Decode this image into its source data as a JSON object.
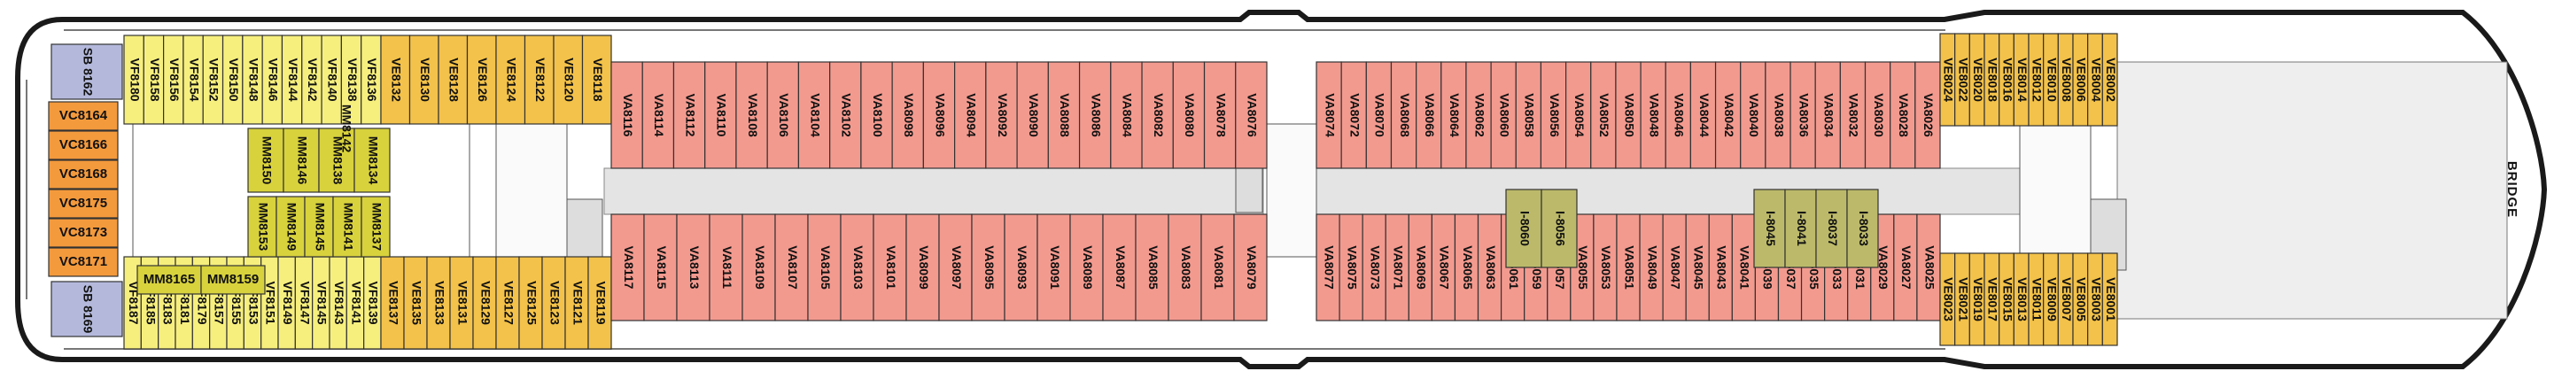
{
  "colors": {
    "VA": "#f39a8f",
    "VE": "#f3c24a",
    "VF": "#f6ef7e",
    "VC": "#f39a3d",
    "MM": "#d8d23d",
    "IS": "#bcba6a",
    "SB": "#b4b9dc"
  },
  "cabins": {
    "vf_top": [
      "VF8180",
      "VF8158",
      "VF8156",
      "VF8154",
      "VF8152",
      "VF8150",
      "VF8148",
      "VF8146",
      "VF8144",
      "VF8142",
      "VF8140",
      "VF8138",
      "VF8136"
    ],
    "ve_top_left": [
      "VE8132",
      "VE8130",
      "VE8128",
      "VE8126",
      "VE8124",
      "VE8122",
      "VE8120",
      "VE8118"
    ],
    "va_top_aft": [
      "VA8116",
      "VA8114",
      "VA8112",
      "VA8110",
      "VA8108",
      "VA8106",
      "VA8104",
      "VA8102",
      "VA8100",
      "VA8098",
      "VA8096",
      "VA8094",
      "VA8092",
      "VA8090",
      "VA8088",
      "VA8086",
      "VA8084",
      "VA8082",
      "VA8080",
      "VA8078",
      "VA8076"
    ],
    "va_top_fwd": [
      "VA8074",
      "VA8072",
      "VA8070",
      "VA8068",
      "VA8066",
      "VA8064",
      "VA8062",
      "VA8060",
      "VA8058",
      "VA8056",
      "VA8054",
      "VA8052",
      "VA8050",
      "VA8048",
      "VA8046",
      "VA8044",
      "VA8042",
      "VA8040",
      "VA8038",
      "VA8036",
      "VA8034",
      "VA8032",
      "VA8030",
      "VA8028",
      "VA8026"
    ],
    "ve_top_right": [
      "VE8024",
      "VE8022",
      "VE8020",
      "VE8018",
      "VE8016",
      "VE8014",
      "VE8012",
      "VE8010",
      "VE8008",
      "VE8006",
      "VE8004",
      "VE8002"
    ],
    "vf_bottom": [
      "VF8187",
      "VF8185",
      "VF8183",
      "VF8181",
      "VF8179",
      "VF8157",
      "VF8155",
      "VF8153",
      "VF8151",
      "VF8149",
      "VF8147",
      "VF8145",
      "VF8143",
      "VF8141",
      "VF8139"
    ],
    "ve_bottom_left": [
      "VE8137",
      "VE8135",
      "VE8133",
      "VE8131",
      "VE8129",
      "VE8127",
      "VE8125",
      "VE8123",
      "VE8121",
      "VE8119"
    ],
    "va_bottom_aft": [
      "VA8117",
      "VA8115",
      "VA8113",
      "VA8111",
      "VA8109",
      "VA8107",
      "VA8105",
      "VA8103",
      "VA8101",
      "VA8099",
      "VA8097",
      "VA8095",
      "VA8093",
      "VA8091",
      "VA8089",
      "VA8087",
      "VA8085",
      "VA8083",
      "VA8081",
      "VA8079"
    ],
    "va_bottom_fwd": [
      "VA8077",
      "VA8075",
      "VA8073",
      "VA8071",
      "VA8069",
      "VA8067",
      "VA8065",
      "VA8063",
      "VA8061",
      "VA8059",
      "VA8057",
      "VA8055",
      "VA8053",
      "VA8051",
      "VA8049",
      "VA8047",
      "VA8045",
      "VA8043",
      "VA8041",
      "VA8039",
      "VA8037",
      "VA8035",
      "VA8033",
      "VA8031",
      "VA8029",
      "VA8027",
      "VA8025"
    ],
    "ve_bottom_right": [
      "VE8023",
      "VE8021",
      "VE8019",
      "VE8017",
      "VE8015",
      "VE8013",
      "VE8011",
      "VE8009",
      "VE8007",
      "VE8005",
      "VE8003",
      "VE8001"
    ],
    "vc": [
      "VC8164",
      "VC8166",
      "VC8168",
      "VC8175",
      "VC8173",
      "VC8171"
    ],
    "mm_row1": [
      "MM8150",
      "MM8146",
      "MM8138",
      "MM8134"
    ],
    "mm_row2": [
      "MM8153",
      "MM8149",
      "MM8145",
      "MM8141",
      "MM8137"
    ],
    "mm_horizontal": [
      "MM8165",
      "MM8159"
    ],
    "mm_single": "MM8142",
    "interior_left": [
      "I-8060",
      "I-8056"
    ],
    "interior_right": [
      "I-8045",
      "I-8041",
      "I-8037",
      "I-8033"
    ],
    "suite_top": "SB 8162",
    "suite_bottom": "SB 8169"
  },
  "labels": {
    "bridge": "BRIDGE"
  }
}
